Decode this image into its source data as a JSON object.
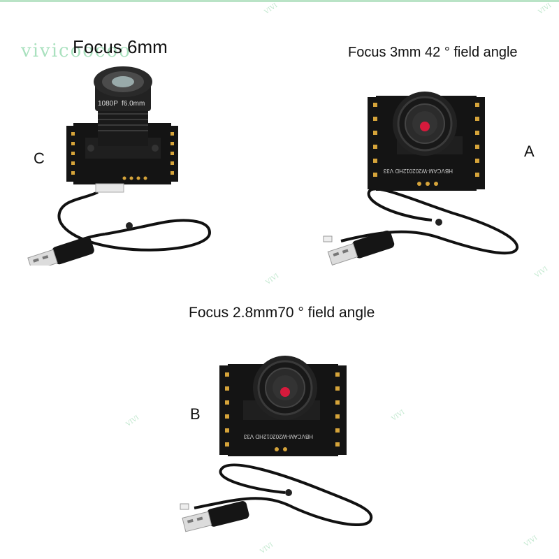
{
  "captions": {
    "c": "Focus 6mm",
    "a": "Focus 3mm 42 ° field angle",
    "b": "Focus 2.8mm70 ° field angle"
  },
  "letters": {
    "c": "C",
    "a": "A",
    "b": "B"
  },
  "watermark": {
    "brand": "vivicoocoo",
    "small": "VIVI"
  },
  "products": {
    "c": {
      "lens_print_1": "1080P",
      "lens_print_2": "f6.0mm"
    },
    "a": {
      "board_print": "HBVCAM-W202012HD V33"
    },
    "b": {
      "board_print": "HBVCAM-W202012HD V33"
    }
  },
  "colors": {
    "accent_rule": "#b9e3c6",
    "board": "#141414",
    "pad": "#d6a43a",
    "lens_dot": "#d61a3c",
    "watermark": "#63c98a"
  }
}
